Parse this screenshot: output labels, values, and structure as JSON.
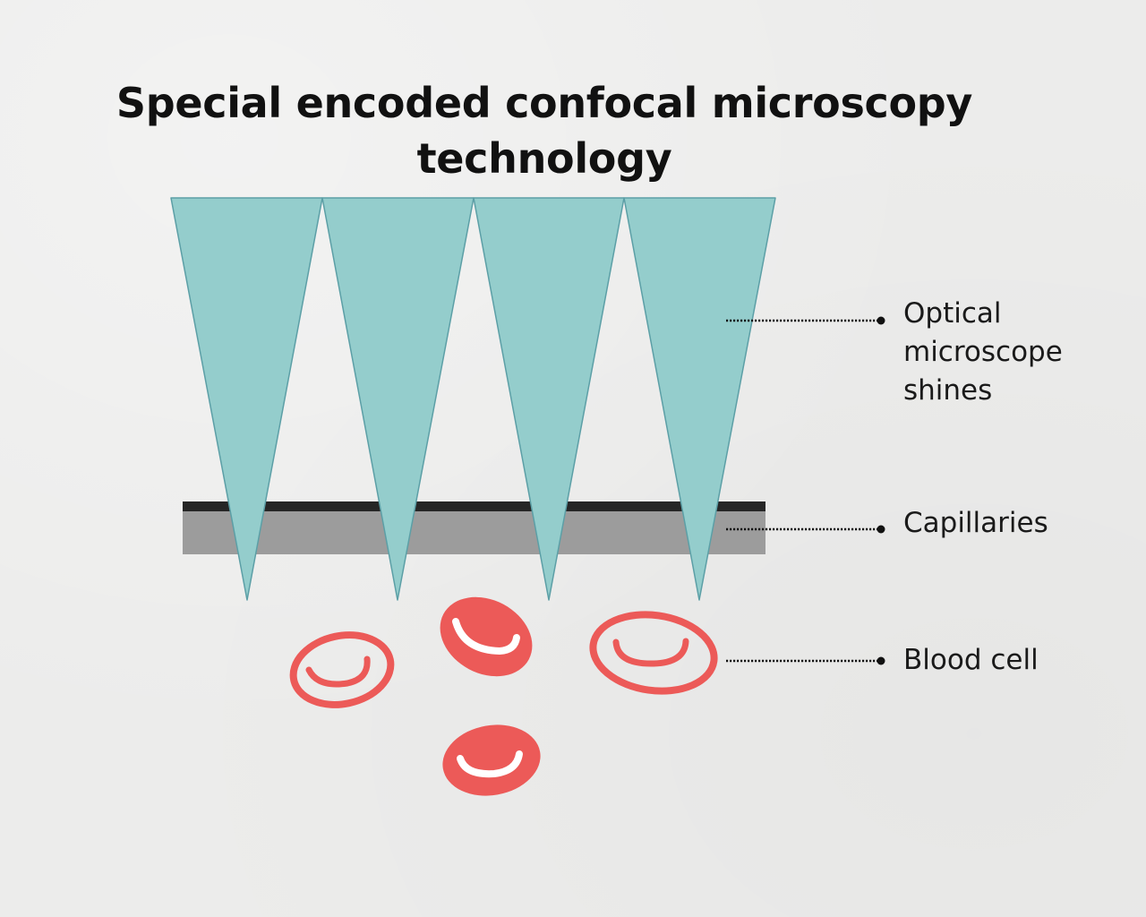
{
  "title": {
    "line1": "Special encoded confocal microscopy",
    "line2": "technology"
  },
  "labels": {
    "optical": {
      "line1": "Optical",
      "line2": "microscope",
      "line3": "shines"
    },
    "capillaries": "Capillaries",
    "blood_cell": "Blood cell"
  },
  "colors": {
    "beam_fill": "#94cdcc",
    "beam_stroke": "#5c9fa6",
    "capillary_band": "#9c9c9c",
    "capillary_top": "#262626",
    "blood_cell": "#ec5a58",
    "leader_line": "#111111"
  }
}
